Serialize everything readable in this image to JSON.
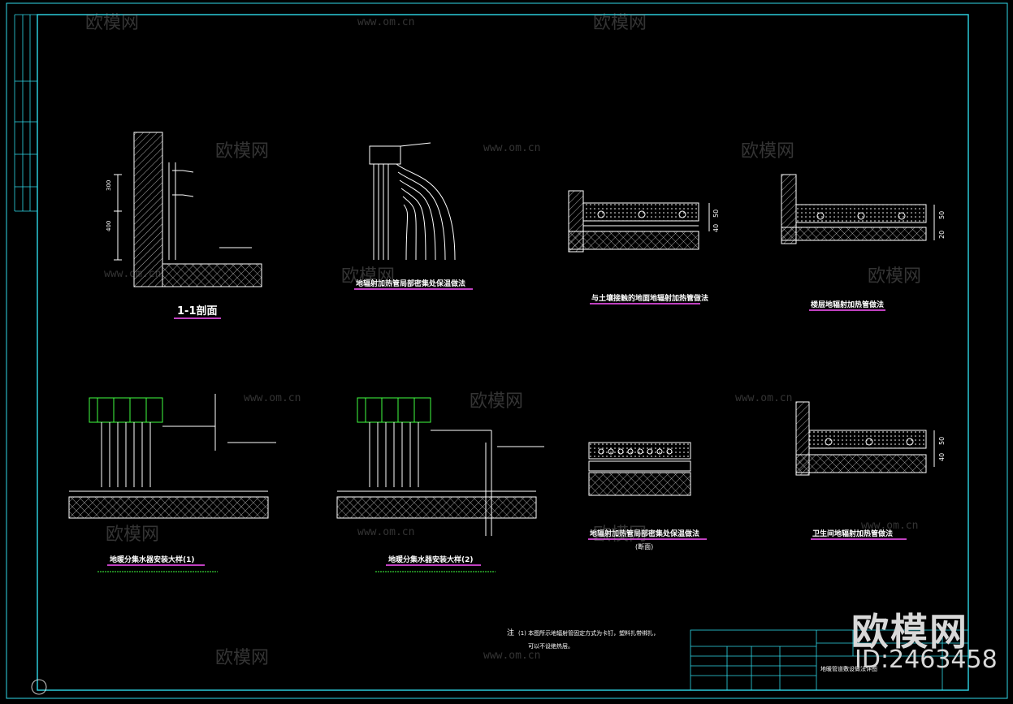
{
  "drawing": {
    "colors": {
      "frame": "#2fd8e8",
      "line": "#ffffff",
      "title_underline": "#c040c0",
      "note_green": "#40ff40",
      "tag_red": "#ff3030"
    },
    "details": [
      {
        "id": "section-1-1",
        "title": "1-1剖面"
      },
      {
        "id": "manifold-insulation",
        "title": "地辐射加热管局部密集处保温做法"
      },
      {
        "id": "soil-contact",
        "title": "与土壤接触的地面地辐射加热管做法"
      },
      {
        "id": "floor-layer",
        "title": "楼层地辐射加热管做法"
      },
      {
        "id": "manifold-install-1",
        "title": "地暖分集水器安装大样(1)"
      },
      {
        "id": "manifold-install-2",
        "title": "地暖分集水器安装大样(2)"
      },
      {
        "id": "dense-insulation",
        "title": "地辐射加热管局部密集处保温做法",
        "subtitle": "(断面)"
      },
      {
        "id": "bathroom",
        "title": "卫生间地辐射加热管做法"
      }
    ],
    "dims": {
      "d1": "300",
      "d2": "400",
      "d3": "40",
      "d4": "50",
      "d5": "20",
      "d6": "50",
      "d7": "40",
      "d8": "50"
    },
    "notes": {
      "marker": "注",
      "line1": "(1) 本图所示地辐射管固定方式为卡钉，塑料扎带绑扎，",
      "line2": "可以不设绝热层。"
    }
  },
  "title_block": {
    "drawing_name": "地暖管道敷设做法详图"
  },
  "watermark": {
    "brand": "欧模网",
    "id_text": "ID:2463458",
    "url": "www.om.cn"
  }
}
